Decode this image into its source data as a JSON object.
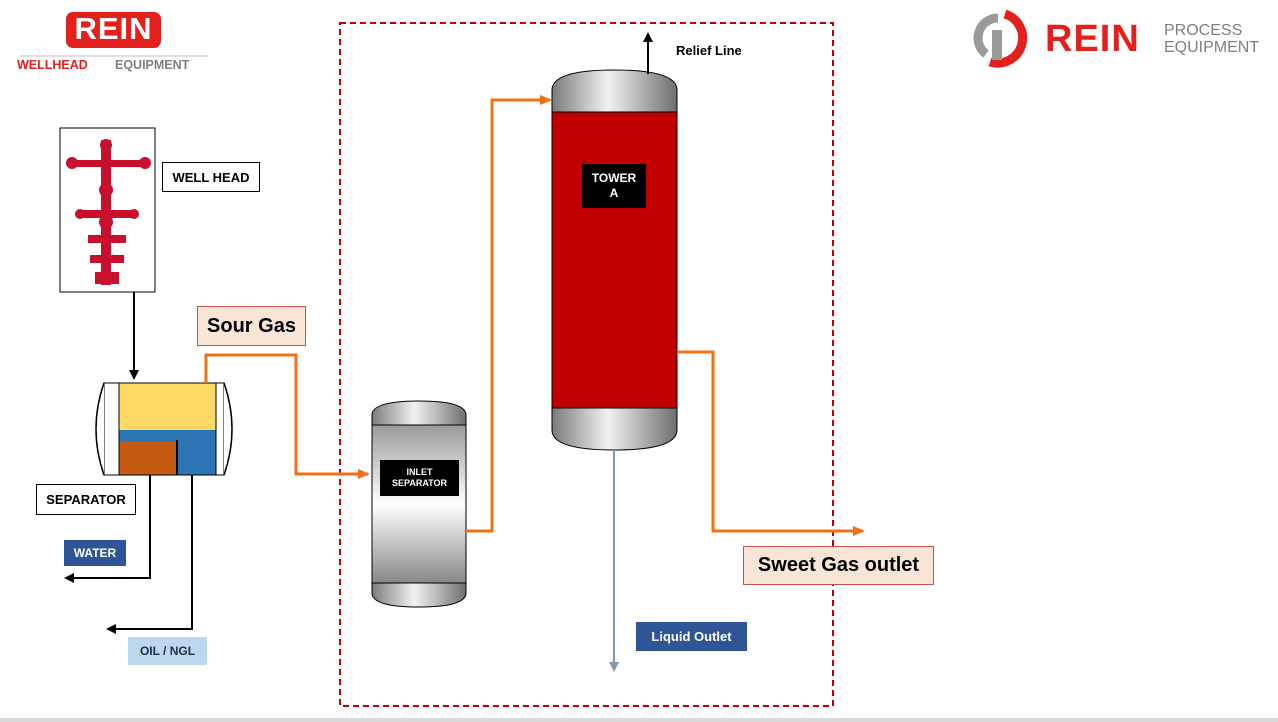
{
  "logos": {
    "left_main": "REIN",
    "left_sub_1": "WELLHEAD",
    "left_sub_2": "EQUIPMENT",
    "right_main": "REIN",
    "right_sub_1": "PROCESS",
    "right_sub_2": "EQUIPMENT"
  },
  "labels": {
    "well_head": "WELL HEAD",
    "sour_gas": "Sour Gas",
    "separator": "SEPARATOR",
    "water": "WATER",
    "oil_ngl": "OIL / NGL",
    "inlet_separator": "INLET\nSEPARATOR",
    "tower": "TOWER\nA",
    "relief_line": "Relief Line",
    "sweet_gas_outlet": "Sweet Gas outlet",
    "liquid_outlet": "Liquid Outlet"
  },
  "colors": {
    "pipe_gas": "#f07015",
    "tower_body": "#c00000",
    "gas_layer": "#ffd966",
    "water_layer": "#2e75b6",
    "oil_layer": "#c55a11",
    "boundary": "#c00000",
    "label_blue": "#2f5597",
    "label_light": "#bdd7ee",
    "label_peach": "#fbe5d6",
    "liquid_line": "#8497b0"
  }
}
